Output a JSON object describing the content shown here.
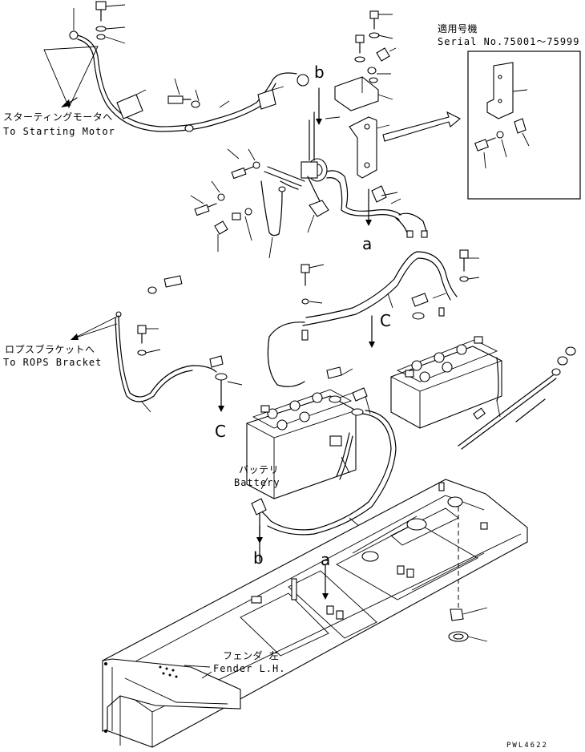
{
  "applicability": {
    "title": "適用号機",
    "serial": "Serial No.75001～75999"
  },
  "labels": {
    "starting_motor_jp": "スターティングモータへ",
    "starting_motor_en": "To Starting Motor",
    "rops_bracket_jp": "ロプスブラケットへ",
    "rops_bracket_en": "To ROPS Bracket",
    "battery_jp": "バッテリ",
    "battery_en": "Battery",
    "fender_jp": "フェンダ 左",
    "fender_en": "Fender L.H."
  },
  "reference_letters": {
    "a_upper": "a",
    "b_upper": "b",
    "c_right": "C",
    "c_left": "C",
    "a_lower": "a",
    "b_lower": "b"
  },
  "drawing_number": "PWL4622"
}
